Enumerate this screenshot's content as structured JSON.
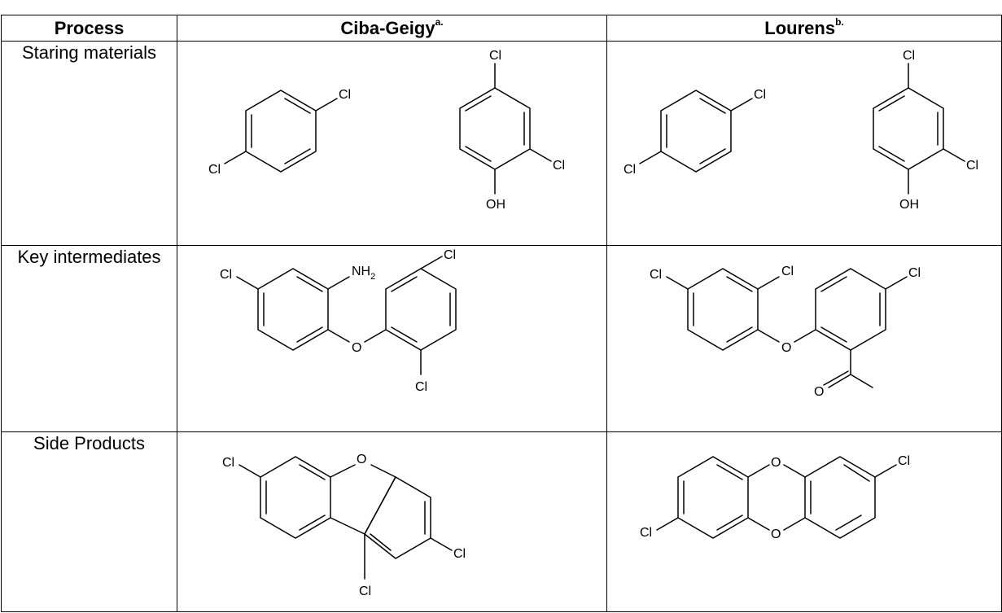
{
  "table": {
    "headers": {
      "process": "Process",
      "ciba": "Ciba-Geigy",
      "ciba_note": "a.",
      "lourens": "Lourens",
      "lourens_note": "b."
    },
    "rows": [
      {
        "label": "Staring materials"
      },
      {
        "label": "Key intermediates"
      },
      {
        "label": "Side Products"
      }
    ],
    "atoms": {
      "cl": "Cl",
      "oh": "OH",
      "nh2": "NH",
      "nh2_sub": "2",
      "o": "O"
    }
  }
}
